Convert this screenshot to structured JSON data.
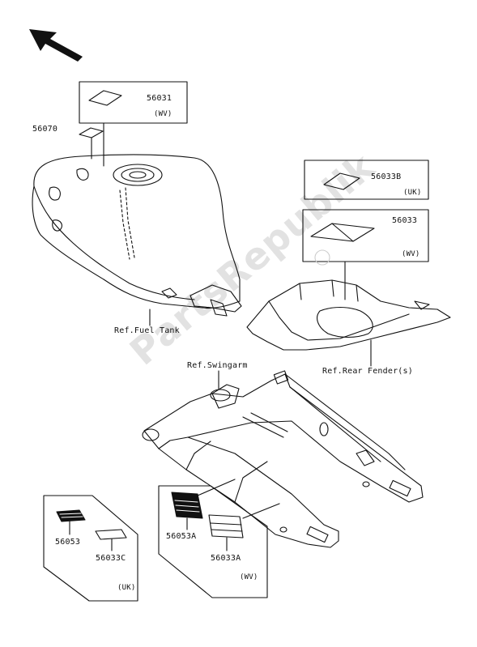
{
  "parts": {
    "p56031": "56031",
    "p56031_region": "(WV)",
    "p56070": "56070",
    "p56033B": "56033B",
    "p56033B_region": "(UK)",
    "p56033": "56033",
    "p56033_region": "(WV)",
    "p56053": "56053",
    "p56033C": "56033C",
    "uk_region": "(UK)",
    "p56053A": "56053A",
    "p56033A": "56033A",
    "wv_region": "(WV)"
  },
  "refs": {
    "fuel_tank": "Ref.Fuel Tank",
    "swingarm": "Ref.Swingarm",
    "rear_fender": "Ref.Rear Fender(s)"
  },
  "watermark": "PartsRepublik"
}
